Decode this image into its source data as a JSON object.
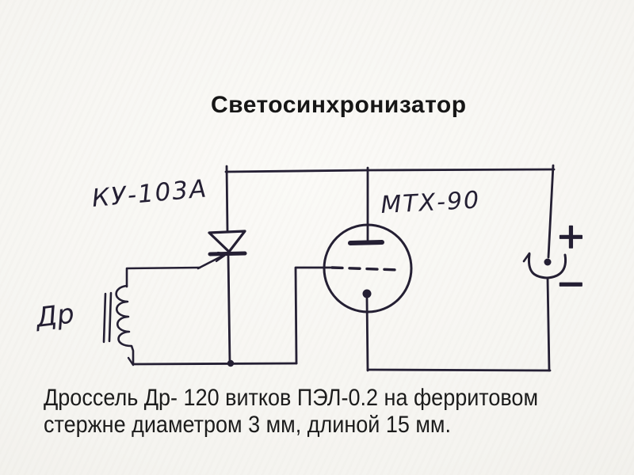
{
  "title": "Светосинхронизатор",
  "schematic": {
    "thyristor_label": "КУ-103А",
    "tube_label": "МТХ-90",
    "choke_label": "Др",
    "battery": {
      "plus": "+",
      "minus": "−"
    }
  },
  "note": {
    "line1": "Дроссель Др- 120 витков ПЭЛ-0.2 на ферритовом",
    "line2": "стержне диаметром 3 мм, длиной 15 мм."
  },
  "colors": {
    "ink": "#241f33",
    "printed_text": "#1c1c1c",
    "paper": "#f3f2ee"
  }
}
